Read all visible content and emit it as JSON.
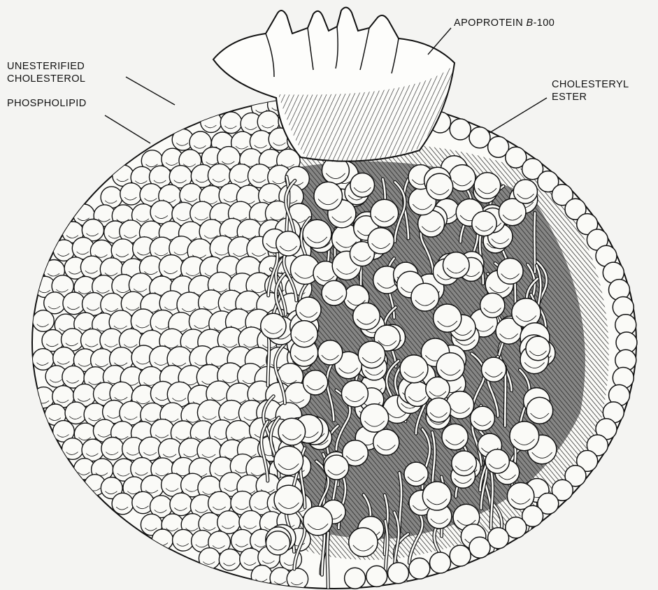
{
  "labels": {
    "apoprotein": {
      "prefix": "APOPROTEIN ",
      "italic": "B",
      "suffix": "-100"
    },
    "unesterified_cholesterol": {
      "line1": "UNESTERIFIED",
      "line2": "CHOLESTEROL"
    },
    "phospholipid": "PHOSPHOLIPID",
    "cholesteryl_ester": {
      "line1": "CHOLESTERYL",
      "line2": "ESTER"
    }
  },
  "colors": {
    "background": "#f4f4f2",
    "ink": "#111111",
    "bead_fill": "#fafaf7",
    "core_shade": "#2a2a2a"
  }
}
